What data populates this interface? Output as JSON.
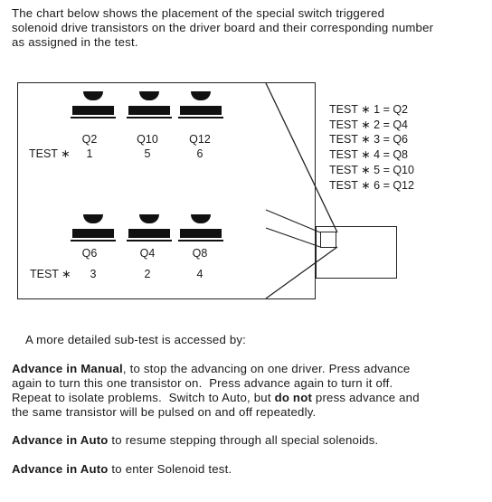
{
  "intro_text": "The chart below shows the placement of the special switch triggered\nsolenoid drive transistors on the driver board and their corresponding number\nas assigned in the test.",
  "diagram": {
    "test_prefix": "TEST ",
    "top_row": {
      "components": [
        {
          "label": "Q2",
          "test": "1"
        },
        {
          "label": "Q10",
          "test": "5"
        },
        {
          "label": "Q12",
          "test": "6"
        }
      ]
    },
    "bottom_row": {
      "components": [
        {
          "label": "Q6",
          "test": "3"
        },
        {
          "label": "Q4",
          "test": "2"
        },
        {
          "label": "Q8",
          "test": "4"
        }
      ]
    },
    "legend": [
      "TEST ∗ 1 = Q2",
      "TEST ∗ 2 = Q4",
      "TEST ∗ 3 = Q6",
      "TEST ∗ 4 = Q8",
      "TEST ∗ 5 = Q10",
      "TEST ∗ 6 = Q12"
    ]
  },
  "subtest_intro": "A more detailed sub-test is accessed by:",
  "paragraphs": {
    "p1_kw": "Advance in Manual",
    "p1_a": ", to stop the advancing on one driver. Press advance\nagain to turn this one transistor on.  Press advance again to turn it off.\nRepeat to isolate problems.  Switch to Auto, but ",
    "p1_kw2": "do not",
    "p1_b": " press advance and\nthe same transistor will be pulsed on and off repeatedly.",
    "p2_kw": "Advance in Auto",
    "p2_rest": " to resume stepping through all special solenoids.",
    "p3_kw": "Advance in Auto",
    "p3_rest": " to enter Solenoid test."
  }
}
